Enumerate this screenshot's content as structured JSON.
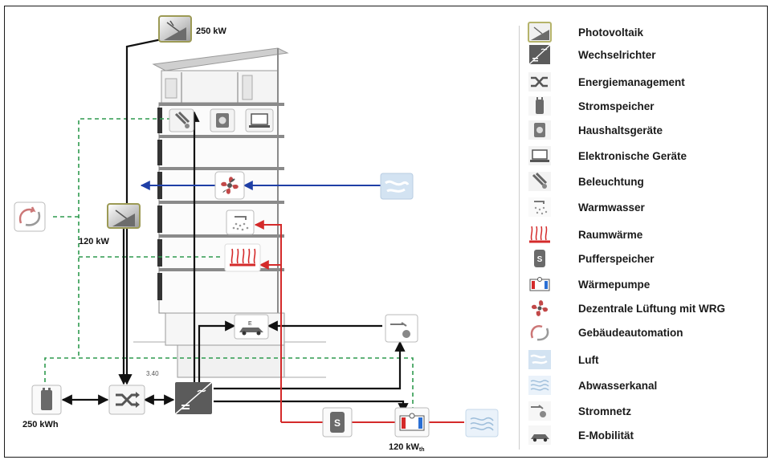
{
  "labels": {
    "pv_top": "250 kW",
    "pv_facade": "120 kW",
    "battery": "250 kWh",
    "heatpump": "120 kW",
    "heatpump_sub": "th",
    "inverter_small": "3.40"
  },
  "legend": [
    {
      "icon": "photovoltaic-icon",
      "label": "Photovoltaik"
    },
    {
      "icon": "inverter-icon",
      "label": "Wechselrichter"
    },
    {
      "icon": "energy-management-icon",
      "label": "Energiemanagement"
    },
    {
      "icon": "battery-icon",
      "label": "Stromspeicher"
    },
    {
      "icon": "appliance-icon",
      "label": "Haushaltsgeräte"
    },
    {
      "icon": "laptop-icon",
      "label": "Elektronische Geräte"
    },
    {
      "icon": "lighting-icon",
      "label": "Beleuchtung"
    },
    {
      "icon": "hot-water-icon",
      "label": "Warmwasser"
    },
    {
      "icon": "space-heating-icon",
      "label": "Raumwärme"
    },
    {
      "icon": "buffer-storage-icon",
      "label": "Pufferspeicher"
    },
    {
      "icon": "heat-pump-icon",
      "label": "Wärmepumpe"
    },
    {
      "icon": "ventilation-fan-icon",
      "label": "Dezentrale Lüftung mit WRG"
    },
    {
      "icon": "building-automation-icon",
      "label": "Gebäudeautomation"
    },
    {
      "icon": "air-icon",
      "label": "Luft"
    },
    {
      "icon": "sewer-icon",
      "label": "Abwasserkanal"
    },
    {
      "icon": "power-grid-icon",
      "label": "Stromnetz"
    },
    {
      "icon": "e-mobility-icon",
      "label": "E-Mobilität"
    }
  ],
  "buffer_letter": "S",
  "colors": {
    "electric": "#111111",
    "thermal": "#d42a2a",
    "air": "#1f3fa6",
    "control": "#2e9a4e",
    "icon_gray": "#5b5b5b",
    "building": "#7a7a7a"
  }
}
